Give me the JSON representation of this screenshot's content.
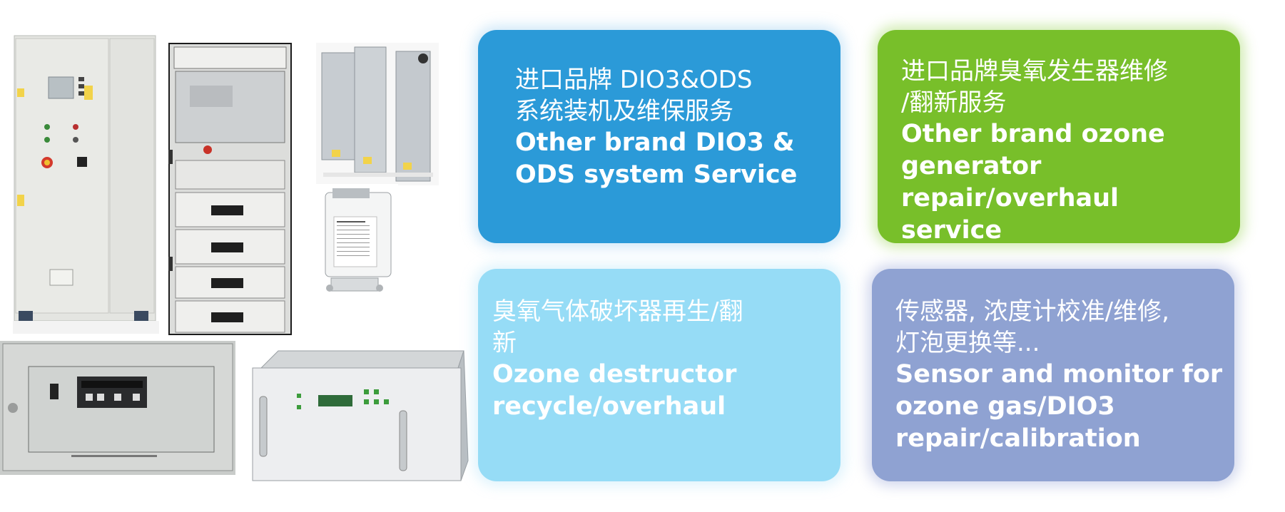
{
  "cards": [
    {
      "color": "#2b9ad8",
      "cn": "进口品牌 DIO3&ODS\n系统装机及维保服务",
      "en": "Other brand DIO3 &\nODS system Service"
    },
    {
      "color": "#78bf2a",
      "cn": "进口品牌臭氧发生器维修\n/翻新服务",
      "en": "Other brand ozone\ngenerator repair/overhaul\nservice"
    },
    {
      "color": "#96dcf6",
      "cn": "臭氧气体破坏器再生/翻\n新",
      "en": "Ozone destructor\nrecycle/overhaul"
    },
    {
      "color": "#8fa2d2",
      "cn": "传感器, 浓度计校准/维修,\n灯泡更换等...",
      "en": "Sensor and monitor for\nozone gas/DIO3\nrepair/calibration"
    }
  ],
  "photos": [
    {
      "subject": "equipment-cabinet-double-door"
    },
    {
      "subject": "equipment-rack-open"
    },
    {
      "subject": "ozone-generator-modules"
    },
    {
      "subject": "monitor-unit"
    },
    {
      "subject": "rack-panel-control"
    },
    {
      "subject": "rack-unit-display"
    }
  ]
}
